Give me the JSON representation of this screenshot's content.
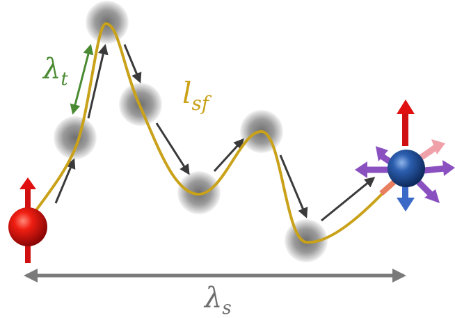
{
  "labels": {
    "thermal_length": {
      "symbol": "λ",
      "subscript": "t",
      "color": "#4a8a32"
    },
    "spin_flip_length": {
      "symbol": "l",
      "subscript": "sf",
      "color": "#c9a21a"
    },
    "spin_diffusion_length": {
      "symbol": "λ",
      "subscript": "s",
      "color": "#6e6e6e"
    }
  },
  "colors": {
    "path": "#c9a21a",
    "hop_arrow": "#3a3a3a",
    "scatter_site": "#8c8c8c",
    "initial_spin": "#e01010",
    "final_spin": "#1f4a8a"
  },
  "icons": {
    "initial_spin": "spin-up-electron-icon",
    "final_spin": "randomized-spin-icon"
  }
}
